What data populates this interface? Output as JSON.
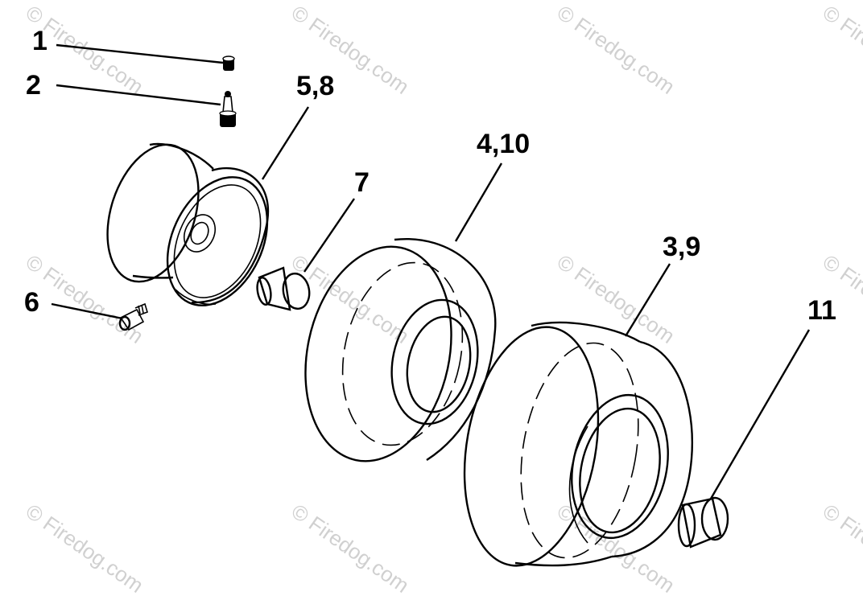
{
  "watermark": {
    "text": "© Firedog.com"
  },
  "callouts": [
    {
      "id": "1",
      "label": "1"
    },
    {
      "id": "2",
      "label": "2"
    },
    {
      "id": "5-8",
      "label": "5,8"
    },
    {
      "id": "4-10",
      "label": "4,10"
    },
    {
      "id": "7",
      "label": "7"
    },
    {
      "id": "3-9",
      "label": "3,9"
    },
    {
      "id": "6",
      "label": "6"
    },
    {
      "id": "11",
      "label": "11"
    }
  ]
}
